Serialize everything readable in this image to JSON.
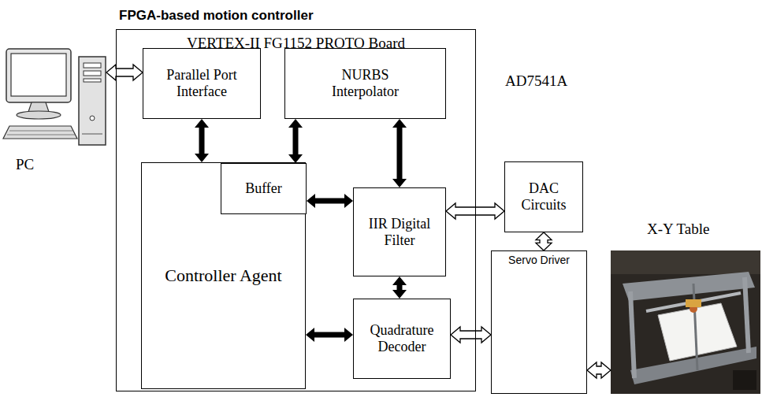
{
  "diagram": {
    "nodes": [
      {
        "text": [
          "FPGA-based motion controller",
          "VERTEX-II FG1152 PROTO Board"
        ]
      },
      {
        "text": [
          "PC"
        ]
      },
      {
        "text": [
          "Parallel Port Interface"
        ],
        "in": 0
      },
      {
        "text": [
          "NURBS Interpolator"
        ],
        "in": 0
      },
      {
        "text": [
          "Controller Agent"
        ],
        "in": 0
      },
      {
        "text": [
          "Buffer"
        ],
        "in": 4
      },
      {
        "text": [
          "IIR Digital Filter"
        ],
        "in": 0
      },
      {
        "text": [
          "Quadrature Decoder"
        ],
        "in": 0
      },
      {
        "text": [
          "AD7541A",
          "DAC Circuits"
        ]
      },
      {
        "text": [
          "Servo Driver"
        ]
      },
      {
        "text": [
          "X-Y Table"
        ]
      }
    ],
    "edges": [
      {
        "from": 1,
        "to": 2,
        "arrow": "both"
      },
      {
        "from": 2,
        "to": 4,
        "arrow": "both"
      },
      {
        "from": 3,
        "to": 5,
        "arrow": "both"
      },
      {
        "from": 3,
        "to": 6,
        "arrow": "both"
      },
      {
        "from": 5,
        "to": 6,
        "arrow": "both"
      },
      {
        "from": 6,
        "to": 7,
        "arrow": "both"
      },
      {
        "from": 4,
        "to": 7,
        "arrow": "both"
      },
      {
        "from": 6,
        "to": 8,
        "arrow": "both"
      },
      {
        "from": 8,
        "to": 9,
        "arrow": "both"
      },
      {
        "from": 7,
        "to": 9,
        "arrow": "both"
      },
      {
        "from": 9,
        "to": 10,
        "arrow": "both"
      }
    ]
  }
}
